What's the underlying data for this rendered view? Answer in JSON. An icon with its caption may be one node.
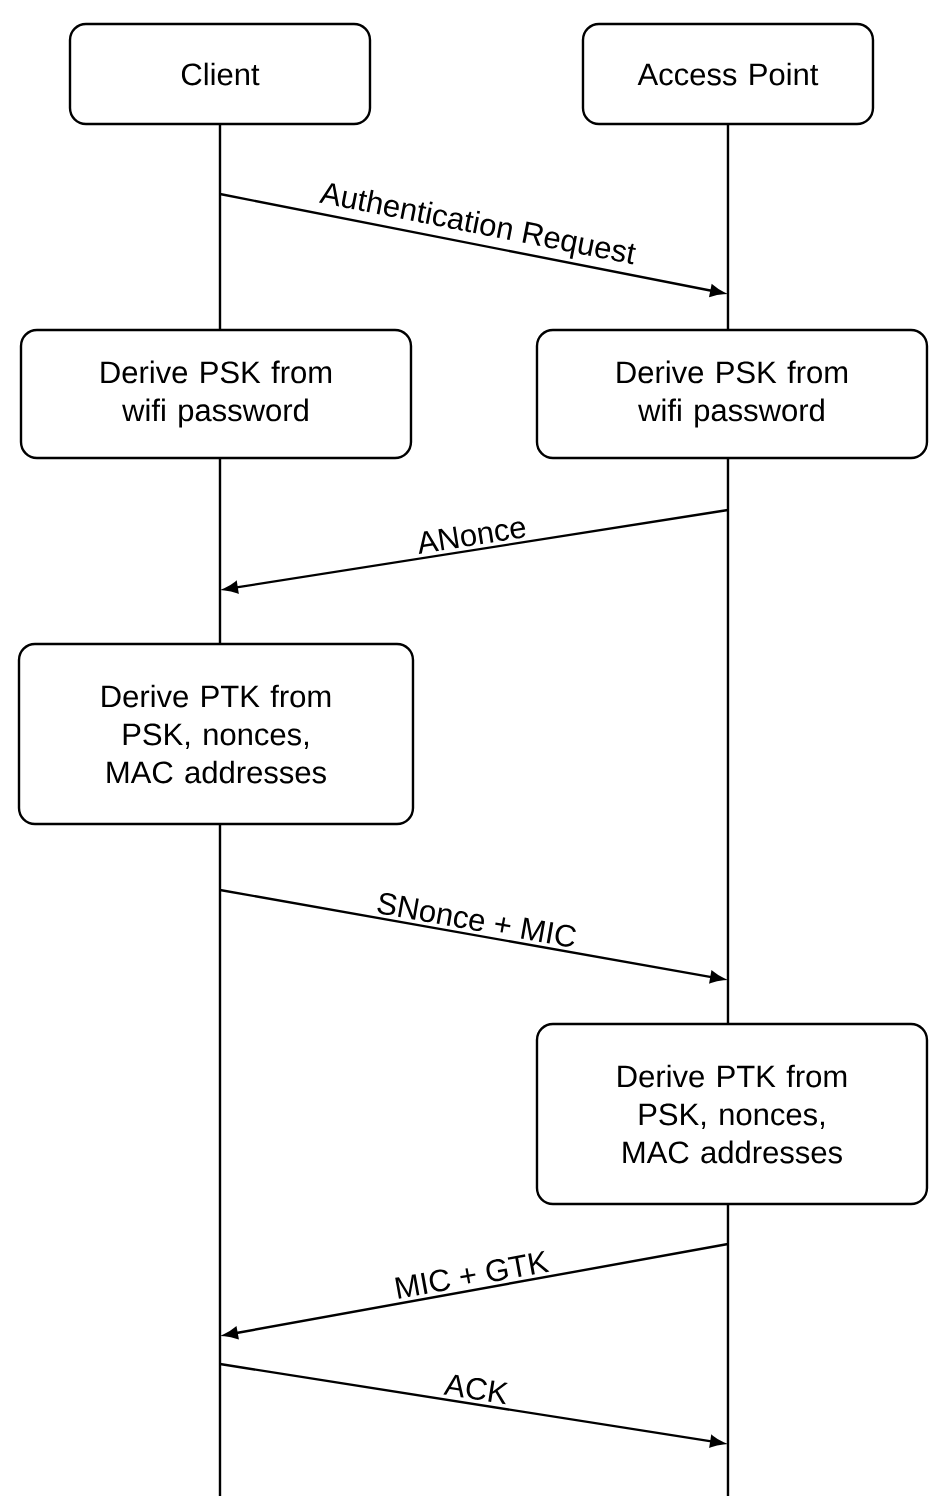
{
  "diagram": {
    "nodes": [
      {
        "text": [
          "Client"
        ]
      },
      {
        "text": [
          "Access Point"
        ]
      },
      {
        "text": [
          "Derive PSK from wifi password"
        ]
      },
      {
        "text": [
          "Derive PSK from wifi password"
        ]
      },
      {
        "text": [
          "Derive PTK from PSK, nonces, MAC addresses"
        ]
      },
      {
        "text": [
          "Derive PTK from PSK, nonces, MAC addresses"
        ]
      },
      {
        "text": [],
        "shape": "bar"
      },
      {
        "text": [],
        "shape": "bar"
      }
    ],
    "edges": [
      {
        "from": 6,
        "to": 7,
        "arrow": "to",
        "label": "Authentication Request"
      },
      {
        "from": 7,
        "to": 6,
        "arrow": "to",
        "label": "ANonce"
      },
      {
        "from": 6,
        "to": 7,
        "arrow": "to",
        "label": "SNonce + MIC"
      },
      {
        "from": 7,
        "to": 6,
        "arrow": "to",
        "label": "MIC + GTK"
      },
      {
        "from": 6,
        "to": 7,
        "arrow": "to",
        "label": "ACK"
      }
    ]
  }
}
